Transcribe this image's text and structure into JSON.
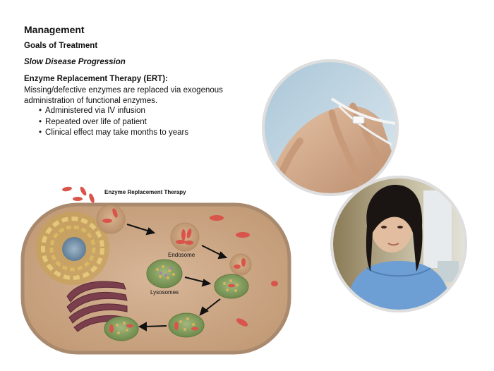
{
  "heading": "Management",
  "goals_heading": "Goals of Treatment",
  "goal": "Slow Disease Progression",
  "ert_heading": "Enzyme Replacement Therapy (ERT):",
  "ert_description": "Missing/defective enzymes are replaced via exogenous administration of functional enzymes.",
  "bullets": [
    "Administered via IV infusion",
    "Repeated over life of patient",
    "Clinical effect may take months to years"
  ],
  "diagram": {
    "title": "Enzyme Replacement Therapy",
    "endosome_label": "Endosome",
    "lysosomes_label": "Lysosomes"
  },
  "colors": {
    "cell_fill": "#c9a27f",
    "cell_border": "#a98a6e",
    "enzyme": "#d9544a",
    "lysosome": "#7e9a57",
    "gown": "#6e9fd4"
  }
}
